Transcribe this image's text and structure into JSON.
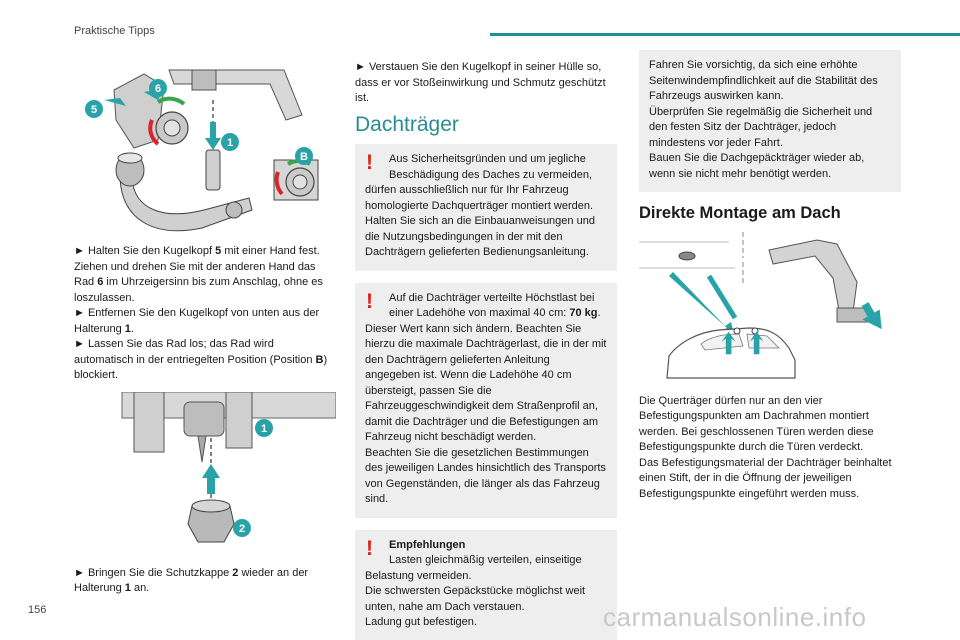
{
  "header": {
    "label": "Praktische Tipps"
  },
  "page_number": "156",
  "watermark": "carmanualsonline.info",
  "col1": {
    "figure1_labels": [
      "5",
      "6",
      "1",
      "B"
    ],
    "para1": [
      {
        "type": "step",
        "parts": [
          "► Halten Sie den Kugelkopf ",
          "5",
          " mit einer Hand fest."
        ]
      },
      {
        "type": "text",
        "parts": [
          "Ziehen und drehen Sie mit der anderen Hand das Rad ",
          "6",
          " im Uhrzeigersinn bis zum Anschlag, ohne es loszulassen."
        ]
      },
      {
        "type": "step",
        "parts": [
          "► Entfernen Sie den Kugelkopf von unten aus der Halterung ",
          "1",
          "."
        ]
      },
      {
        "type": "step",
        "parts": [
          "► Lassen Sie das Rad los; das Rad wird automatisch in der entriegelten Position (Position ",
          "B",
          ") blockiert."
        ]
      }
    ],
    "figure2_labels": [
      "1",
      "2"
    ],
    "para2": [
      "► Bringen Sie die Schutzkappe ",
      "2",
      " wieder an der Halterung ",
      "1",
      " an."
    ]
  },
  "col2": {
    "intro": "► Verstauen Sie den Kugelkopf in seiner Hülle so, dass er vor Stoßeinwirkung und Schmutz geschützt ist.",
    "section_title": "Dachträger",
    "warning1": {
      "first": "Aus Sicherheitsgründen und um jegliche Beschädigung des Daches zu vermeiden,",
      "rest": "dürfen ausschließlich nur für Ihr Fahrzeug homologierte Dachquerträger montiert werden. Halten Sie sich an die Einbauanweisungen und die Nutzungsbedingungen in der mit den Dachträgern gelieferten Bedienungsanleitung."
    },
    "warning2": {
      "first": "Auf die Dachträger verteilte Höchstlast bei einer Ladehöhe von maximal 40 cm: ",
      "first_bold": "70 kg",
      "first_end": ".",
      "rest": "Dieser Wert kann sich ändern. Beachten Sie hierzu die maximale Dachträgerlast, die in der mit den Dachträgern gelieferten Anleitung angegeben ist. Wenn die Ladehöhe 40 cm übersteigt, passen Sie die Fahrzeuggeschwindigkeit dem Straßenprofil an, damit die Dachträger und die Befestigungen am Fahrzeug nicht beschädigt werden.",
      "rest2": "Beachten Sie die gesetzlichen Bestimmungen des jeweiligen Landes hinsichtlich des Transports von Gegenständen, die länger als das Fahrzeug sind."
    },
    "warning3": {
      "title": "Empfehlungen",
      "first": "Lasten gleichmäßig verteilen, einseitige",
      "rest": "Belastung vermeiden.",
      "rest2": "Die schwersten Gepäckstücke möglichst weit unten, nahe am Dach verstauen.",
      "rest3": "Ladung gut befestigen."
    }
  },
  "col3": {
    "note": [
      "Fahren Sie vorsichtig, da sich eine erhöhte Seitenwindempfindlichkeit auf die Stabilität des Fahrzeugs auswirken kann.",
      "Überprüfen Sie regelmäßig die Sicherheit und den festen Sitz der Dachträger, jedoch mindestens vor jeder Fahrt.",
      "Bauen Sie die Dachgepäckträger wieder ab, wenn sie nicht mehr benötigt werden."
    ],
    "subsection_title": "Direkte Montage am Dach",
    "para": [
      "Die Querträger dürfen nur an den vier Befestigungspunkten am Dachrahmen montiert werden. Bei geschlossenen Türen werden diese Befestigungspunkte durch die Türen verdeckt.",
      "Das Befestigungsmaterial der Dachträger beinhaltet einen Stift, der in die Öffnung der jeweiligen Befestigungspunkte eingeführt werden muss."
    ]
  },
  "colors": {
    "accent": "#1e8f96",
    "warning": "#e0241b",
    "box": "#eeeeee",
    "arrow_teal": "#2aa3a8",
    "green": "#3aa54a",
    "red": "#d9252b"
  }
}
